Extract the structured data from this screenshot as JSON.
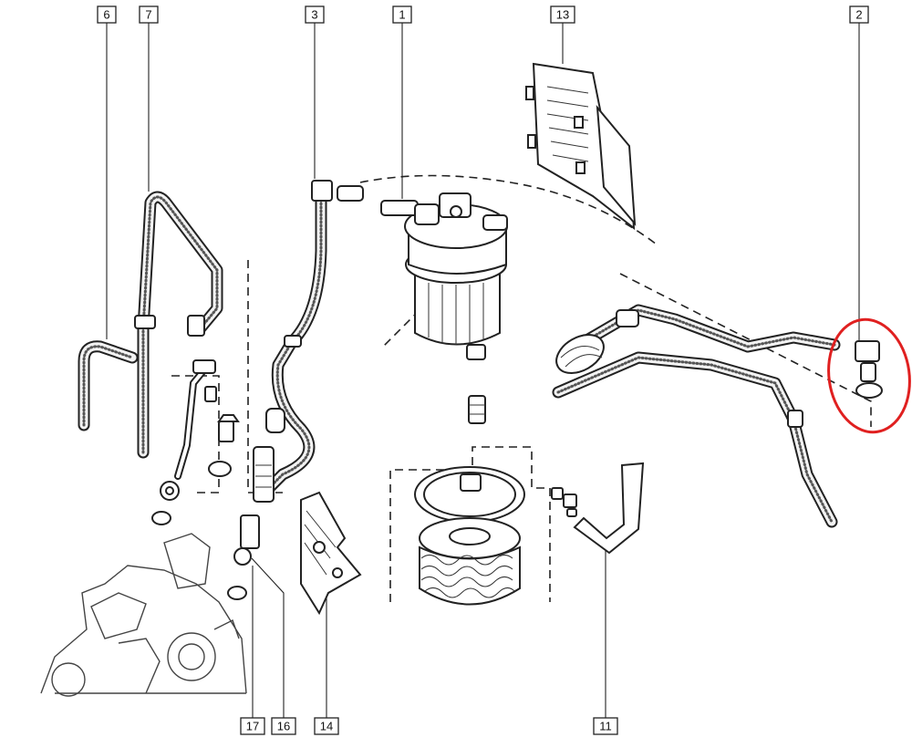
{
  "callouts": [
    {
      "label": "6"
    },
    {
      "label": "7"
    },
    {
      "label": "3"
    },
    {
      "label": "1"
    },
    {
      "label": "13"
    },
    {
      "label": "2"
    },
    {
      "label": "17"
    },
    {
      "label": "16"
    },
    {
      "label": "14"
    },
    {
      "label": "11"
    }
  ],
  "highlight": {
    "color": "#e02020"
  }
}
